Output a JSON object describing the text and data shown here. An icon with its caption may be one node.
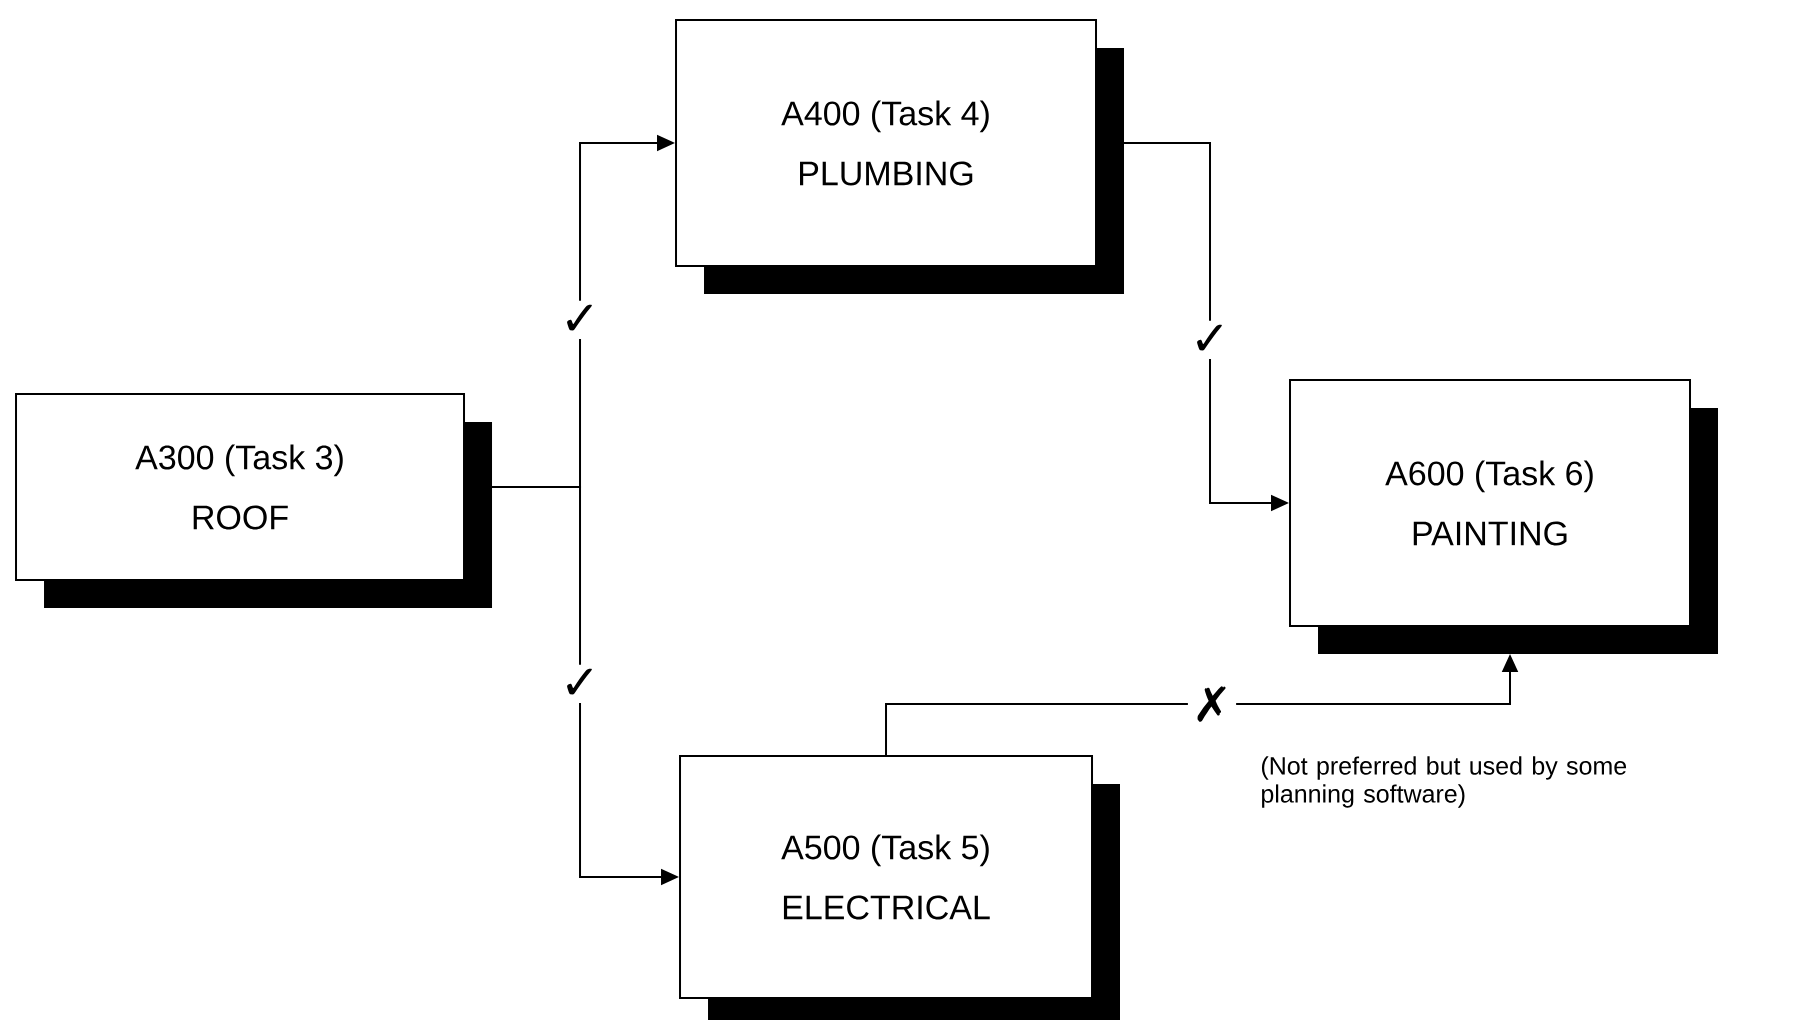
{
  "diagram": {
    "nodes": [
      {
        "text": [
          "A300 (Task 3)",
          "ROOF"
        ]
      },
      {
        "text": [
          "A400 (Task 4)",
          "PLUMBING"
        ]
      },
      {
        "text": [
          "A500 (Task 5)",
          "ELECTRICAL"
        ]
      },
      {
        "text": [
          "A600 (Task 6)",
          "PAINTING"
        ]
      }
    ],
    "edges": [
      {
        "from": 0,
        "to": 1,
        "arrow": "to",
        "label": "✓"
      },
      {
        "from": 0,
        "to": 2,
        "arrow": "to",
        "label": "✓"
      },
      {
        "from": 1,
        "to": 3,
        "arrow": "to",
        "label": "✓"
      },
      {
        "from": 2,
        "to": 3,
        "arrow": "to",
        "label": "✗"
      }
    ],
    "labels": [
      "(Not preferred but used by some planning software)"
    ]
  }
}
